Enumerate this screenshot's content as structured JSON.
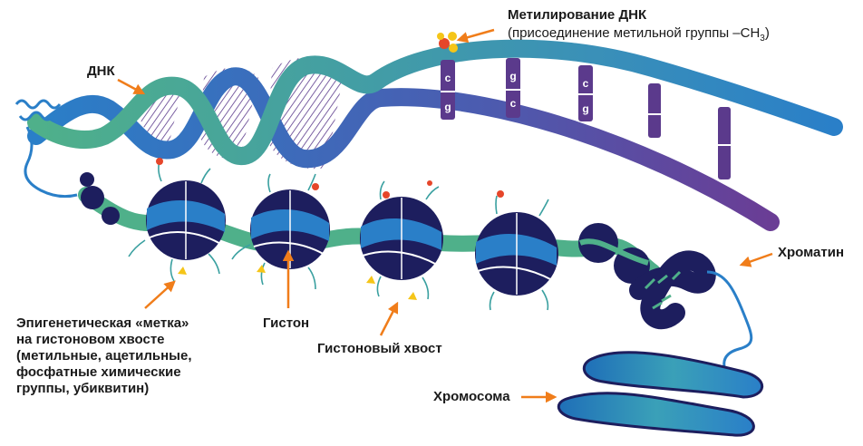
{
  "labels": {
    "dna": "ДНК",
    "methylation_title": "Метилирование ДНК",
    "methylation_sub_prefix": "(присоединение метильной группы –CH",
    "methylation_sub_index": "3",
    "methylation_sub_suffix": ")",
    "chromatin": "Хроматин",
    "epigenetic_mark": "Эпигенетическая «метка»\nна гистоновом хвосте\n(метильные, ацетильные,\nфосфатные химические\nгруппы, убиквитин)",
    "histone": "Гистон",
    "histone_tail": "Гистоновый хвост",
    "chromosome": "Хромосома"
  },
  "bases": [
    {
      "top": "c",
      "bottom": "g"
    },
    {
      "top": "g",
      "bottom": "c"
    },
    {
      "top": "c",
      "bottom": "g"
    },
    {
      "top": "",
      "bottom": ""
    },
    {
      "top": "",
      "bottom": ""
    }
  ],
  "colors": {
    "arrow": "#f07d1a",
    "dna_purple": "#5b3a8c",
    "dna_blue": "#2a7fc8",
    "dna_green": "#4fb08a",
    "histone_navy": "#1d1e5e",
    "histone_blue": "#2a7fc8",
    "mark_red": "#e6462a",
    "mark_yellow": "#f5c518",
    "text": "#1a1a1a"
  },
  "icons": [
    "methyl-group-icon",
    "arrow-icon"
  ]
}
